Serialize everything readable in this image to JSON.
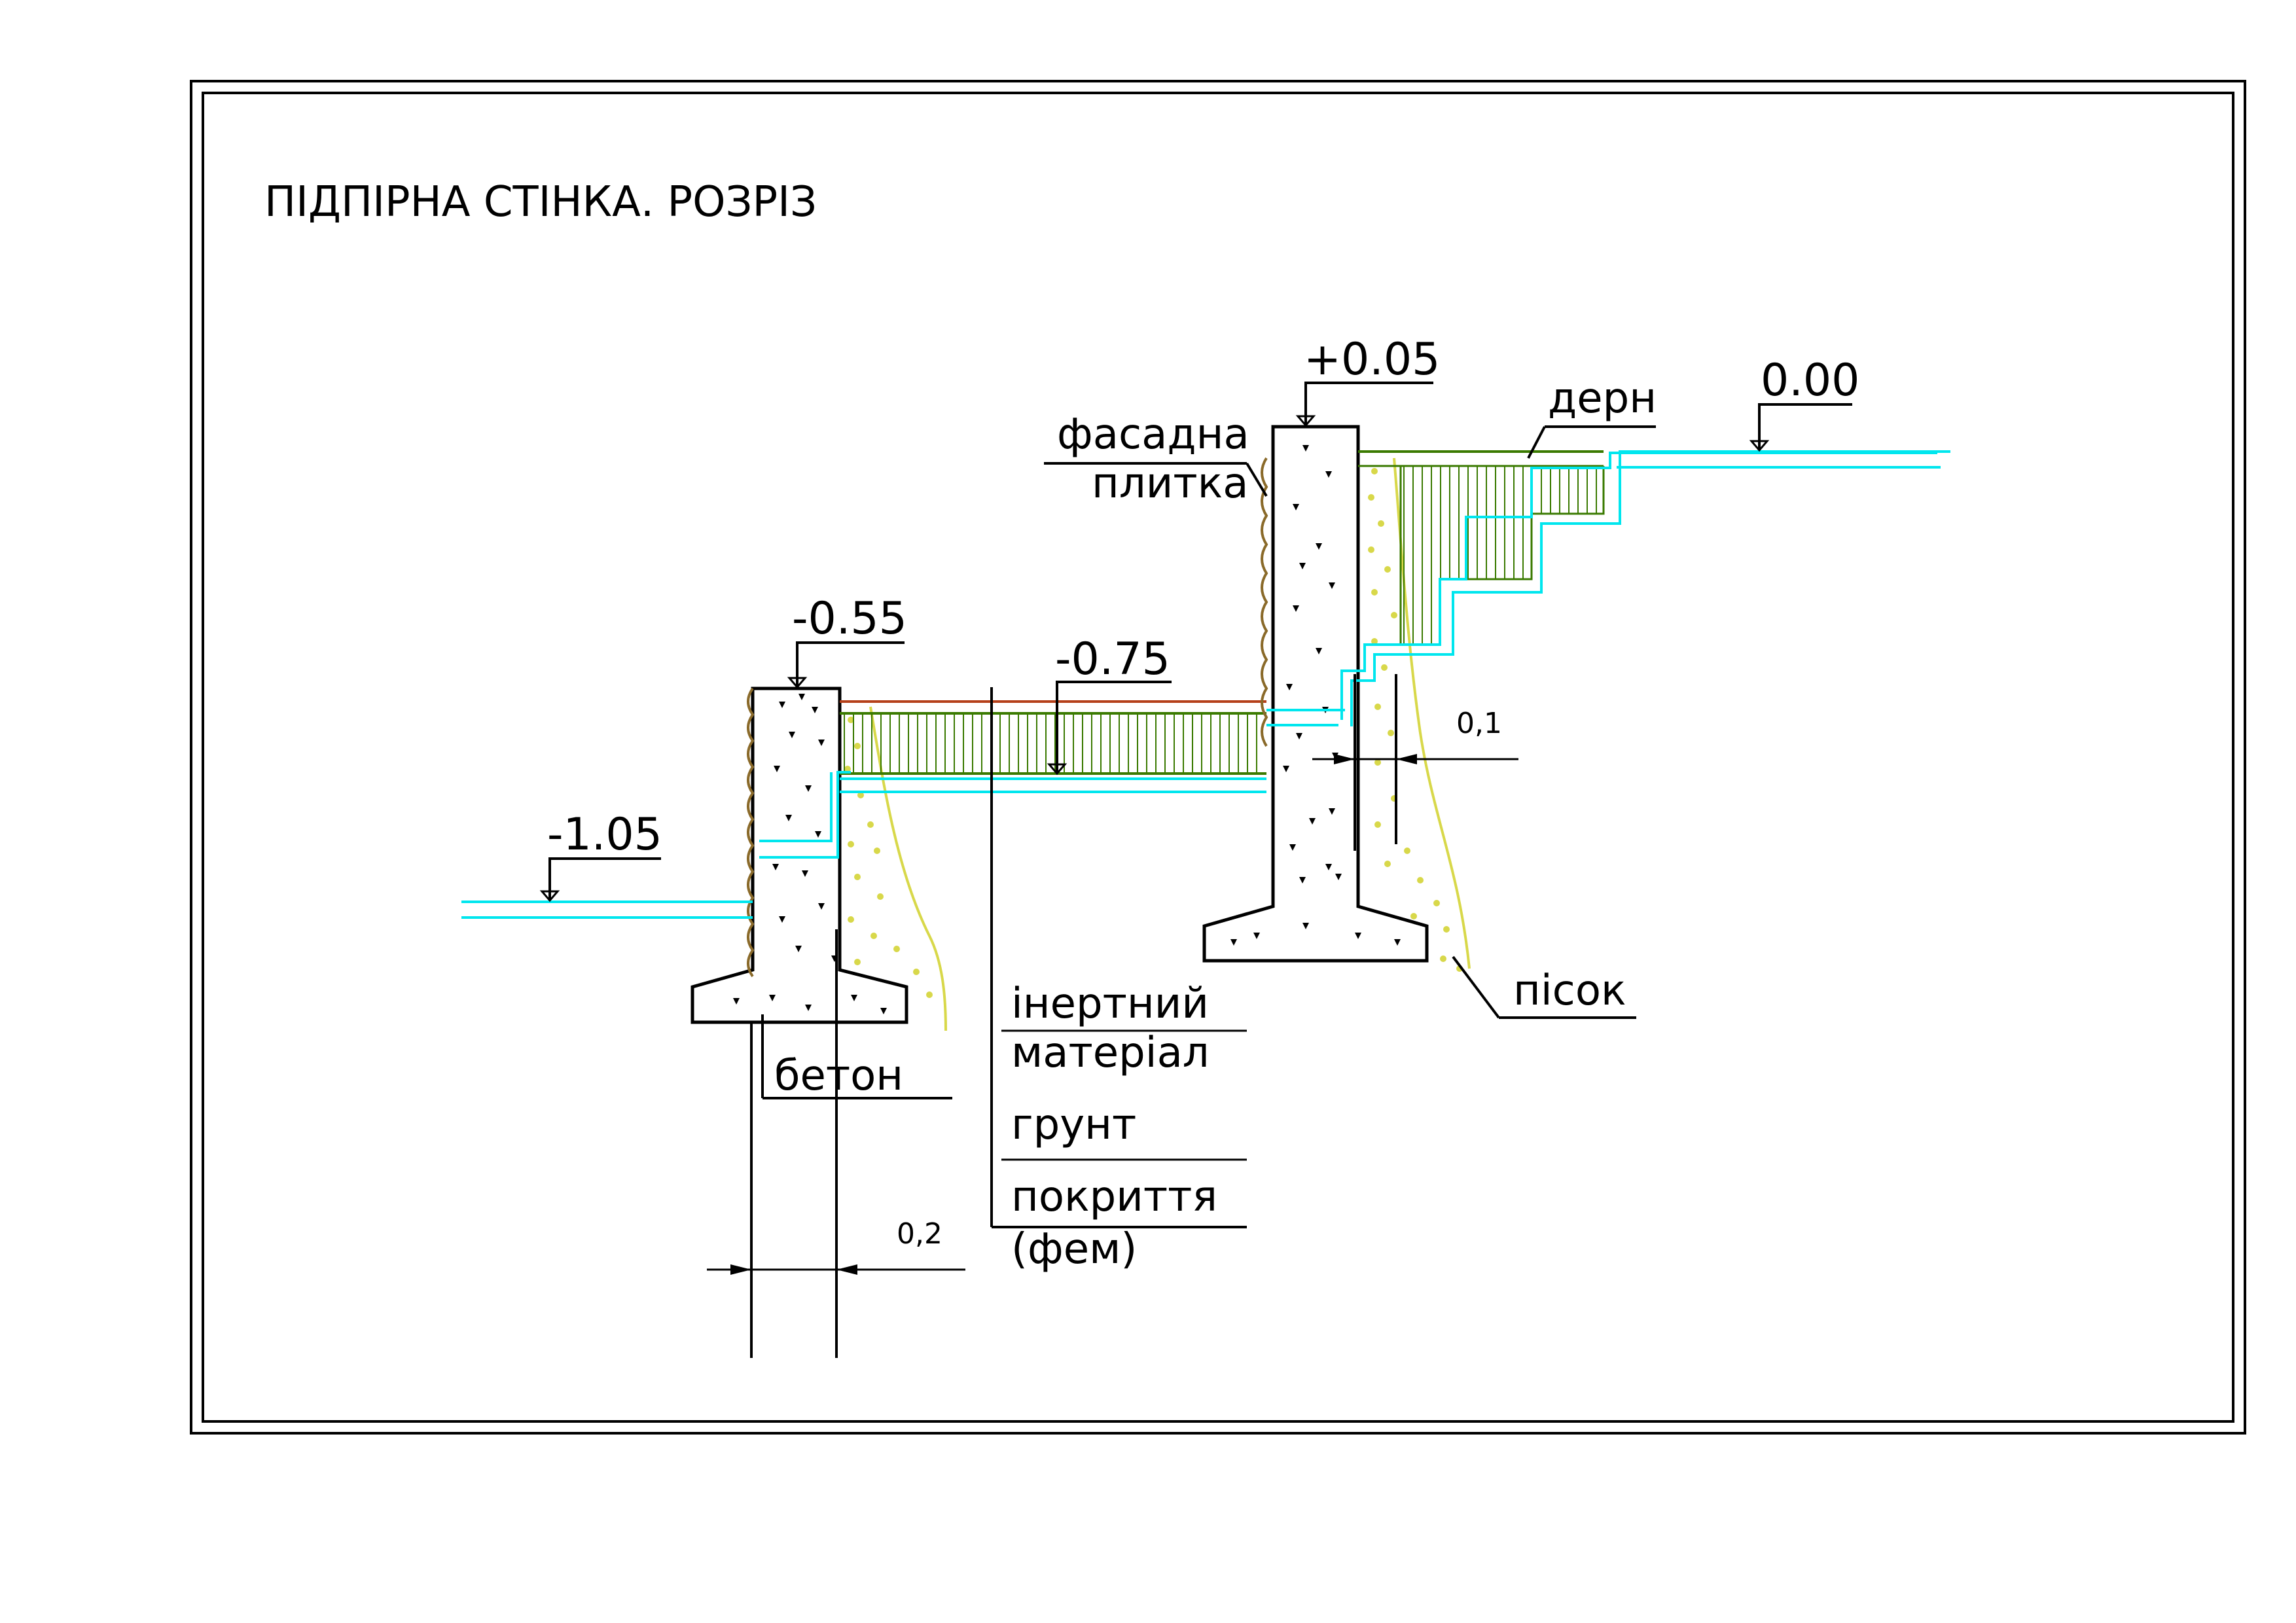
{
  "title": "ПІДПІРНА СТІНКА. РОЗРІЗ",
  "levels": {
    "top_wall_high": "+0.05",
    "ground_high": "0.00",
    "top_wall_low": "-0.55",
    "paving": "-0.75",
    "ground_low": "-1.05"
  },
  "labels": {
    "facade_tile_1": "фасадна",
    "facade_tile_2": "плитка",
    "turf": "дерн",
    "sand": "пісок",
    "concrete": "бетон",
    "inert_1": "інертний",
    "inert_2": "матеріал",
    "soil": "грунт",
    "cover_1": "покриття",
    "cover_2": "(фем)"
  },
  "dimensions": {
    "high_gap": "0,1",
    "low_wall": "0,2"
  },
  "colors": {
    "concrete_outline": "#000000",
    "water_lines": "#00e6ee",
    "turf_hatch": "#3a7a00",
    "sand": "#d8d84a",
    "facade_tile": "#8a6a2a",
    "paving_top": "#b5401a"
  }
}
